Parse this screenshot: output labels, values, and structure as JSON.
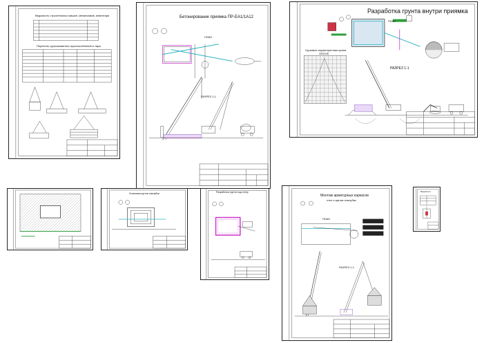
{
  "sheets": {
    "s1": {
      "title": "Ведомость строительных машин, механизмов, инвентаря",
      "subtitle": "Перечень грузозахватных приспособлений и тары"
    },
    "s2": {
      "title": "Бетонирование приямка ПР-ЕА1/1А12",
      "plan_label": "ПЛАН",
      "section_label": "РАЗРЕЗ 1-1"
    },
    "s3": {
      "title": "Разработка грунта внутри приямка",
      "plan_label": "ПЛАН",
      "section_label": "РАЗРЕЗ 1-1",
      "crane_label": "Грузовые характеристики крана",
      "crane_model": "GROVE"
    },
    "s5": {
      "title": "Установка щитов опалубки"
    },
    "s6": {
      "title": "Разработка грунта под стену"
    },
    "s7": {
      "title": "Монтаж арматурных каркасов",
      "subtitle": "стен и щитов опалубки",
      "plan_label": "ПЛАН",
      "section_label": "РАЗРЕЗ 1-1"
    },
    "s8": {
      "title": "Ведомость"
    }
  },
  "colors": {
    "line": "#222222",
    "magenta": "#cc33cc",
    "cyan": "#2bb3c0",
    "green": "#2e9e3a",
    "red": "#d62b2b",
    "purple": "#7a3fb8",
    "hatch": "#777777"
  }
}
